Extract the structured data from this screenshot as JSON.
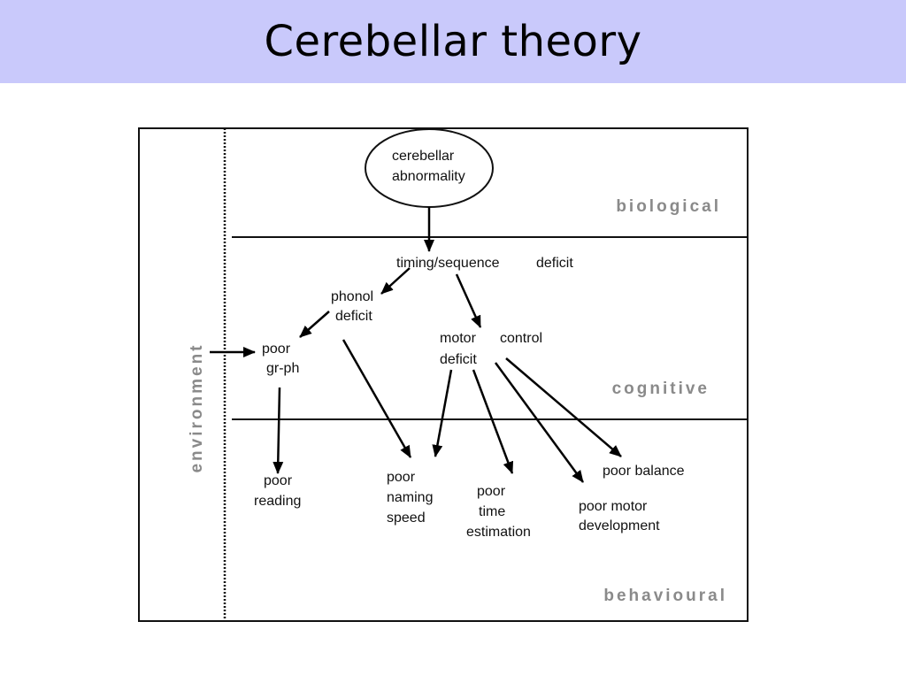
{
  "slide": {
    "title": "Cerebellar theory",
    "colors": {
      "title_bar": "#c9c9fb",
      "level_label": "#8a8a8a"
    }
  },
  "diagram": {
    "levels": {
      "biological": "biological",
      "cognitive": "cognitive",
      "behavioural": "behavioural"
    },
    "environment_label": "environment",
    "nodes": {
      "cerebellar_abnormality": [
        "cerebellar",
        "abnormality"
      ],
      "timing_sequence_deficit": [
        "timing/sequence",
        "deficit"
      ],
      "phonol_deficit": [
        "phonol",
        "deficit"
      ],
      "motor_control_deficit": [
        "motor",
        "control",
        "deficit"
      ],
      "poor_gr_ph": [
        "poor",
        "gr-ph"
      ],
      "poor_reading": [
        "poor",
        "reading"
      ],
      "poor_naming_speed": [
        "poor",
        "naming",
        "speed"
      ],
      "poor_time_estimation": [
        "poor",
        "time",
        "estimation"
      ],
      "poor_motor_development": [
        "poor motor",
        "development"
      ],
      "poor_balance": [
        "poor balance"
      ]
    },
    "edges": [
      [
        "cerebellar_abnormality",
        "timing_sequence_deficit"
      ],
      [
        "timing_sequence_deficit",
        "phonol_deficit"
      ],
      [
        "timing_sequence_deficit",
        "motor_control_deficit"
      ],
      [
        "phonol_deficit",
        "poor_gr_ph"
      ],
      [
        "phonol_deficit",
        "poor_naming_speed"
      ],
      [
        "environment",
        "poor_gr_ph"
      ],
      [
        "poor_gr_ph",
        "poor_reading"
      ],
      [
        "motor_control_deficit",
        "poor_naming_speed"
      ],
      [
        "motor_control_deficit",
        "poor_time_estimation"
      ],
      [
        "motor_control_deficit",
        "poor_motor_development"
      ],
      [
        "motor_control_deficit",
        "poor_balance"
      ]
    ]
  }
}
